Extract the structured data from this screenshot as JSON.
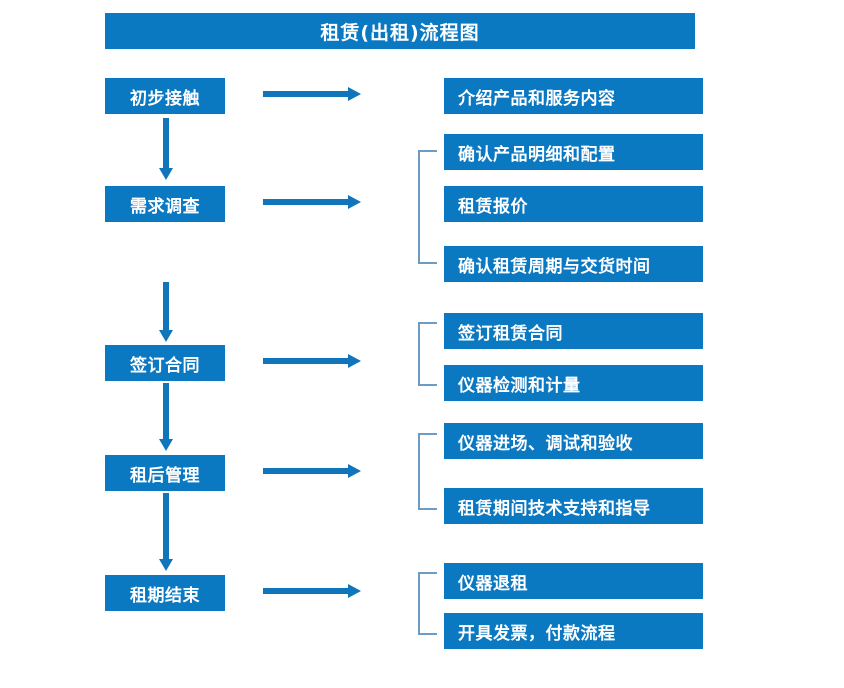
{
  "diagram": {
    "title": "租赁(出租)流程图",
    "colors": {
      "box_fill": "#0B78C2",
      "box_text": "#FFFFFF",
      "arrow": "#1175BC",
      "bracket": "#6C9BC4",
      "background": "#FFFFFF"
    },
    "stages": [
      {
        "id": "initial-contact",
        "label": "初步接触",
        "details": [
          "介绍产品和服务内容"
        ]
      },
      {
        "id": "needs-survey",
        "label": "需求调查",
        "details": [
          "确认产品明细和配置",
          "租赁报价",
          "确认租赁周期与交货时间"
        ]
      },
      {
        "id": "sign-contract",
        "label": "签订合同",
        "details": [
          "签订租赁合同",
          "仪器检测和计量"
        ]
      },
      {
        "id": "post-lease-management",
        "label": "租后管理",
        "details": [
          "仪器进场、调试和验收",
          "租赁期间技术支持和指导"
        ]
      },
      {
        "id": "lease-end",
        "label": "租期结束",
        "details": [
          "仪器退租",
          "开具发票，付款流程"
        ]
      }
    ]
  }
}
